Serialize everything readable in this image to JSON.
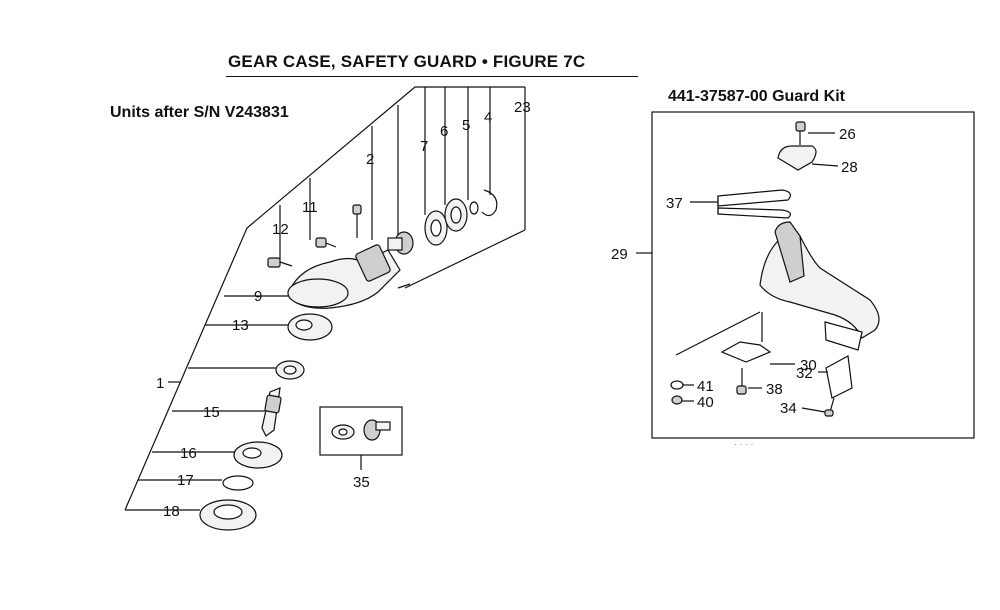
{
  "header": {
    "title": "GEAR CASE, SAFETY GUARD  •  FIGURE 7C",
    "subtitle": "Units after S/N V243831",
    "kit_title": "441-37587-00 Guard Kit"
  },
  "callouts": {
    "c1": "1",
    "c2": "2",
    "c4": "4",
    "c5": "5",
    "c6": "6",
    "c7": "7",
    "c9": "9",
    "c11": "11",
    "c12": "12",
    "c13": "13",
    "c15": "15",
    "c16": "16",
    "c17": "17",
    "c18": "18",
    "c23": "23",
    "c26": "26",
    "c28": "28",
    "c29": "29",
    "c30": "30",
    "c32": "32",
    "c34": "34",
    "c35": "35",
    "c37": "37",
    "c38": "38",
    "c40": "40",
    "c41": "41"
  }
}
